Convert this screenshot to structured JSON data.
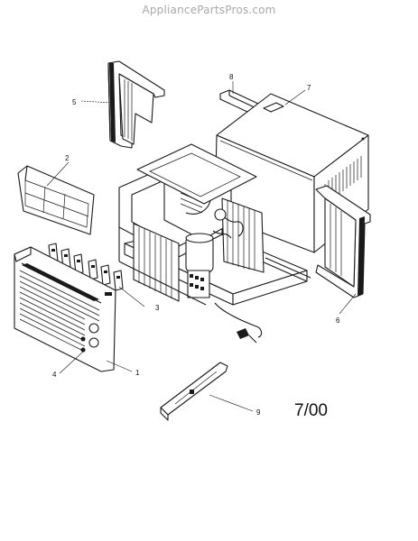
{
  "watermark": "AppliancePartsPros.com",
  "diagram": {
    "callouts": [
      "1",
      "2",
      "3",
      "4",
      "5",
      "6",
      "7",
      "8",
      "9"
    ],
    "revision_code": "7/00"
  }
}
